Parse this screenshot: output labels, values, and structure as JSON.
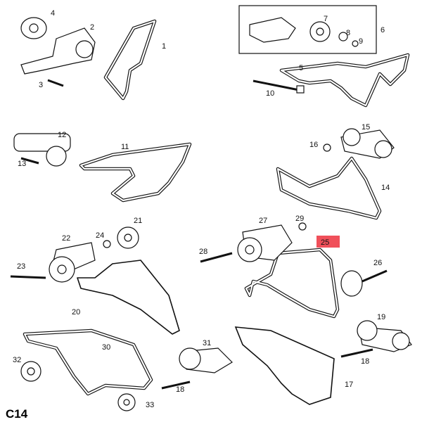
{
  "diagram": {
    "code": "C14",
    "highlight_color": "#f0505a",
    "highlighted_label": "25",
    "labels": {
      "p1": "1",
      "p2": "2",
      "p3": "3",
      "p4": "4",
      "p5": "5",
      "p6": "6",
      "p7": "7",
      "p8": "8",
      "p9": "9",
      "p10": "10",
      "p11": "11",
      "p12": "12",
      "p13": "13",
      "p14": "14",
      "p15": "15",
      "p16": "16",
      "p17": "17",
      "p18a": "18",
      "p18b": "18",
      "p19": "19",
      "p20": "20",
      "p21": "21",
      "p22": "22",
      "p23": "23",
      "p24": "24",
      "p25": "25",
      "p26": "26",
      "p27": "27",
      "p28": "28",
      "p29": "29",
      "p30": "30",
      "p31": "31",
      "p32": "32",
      "p33": "33"
    }
  }
}
